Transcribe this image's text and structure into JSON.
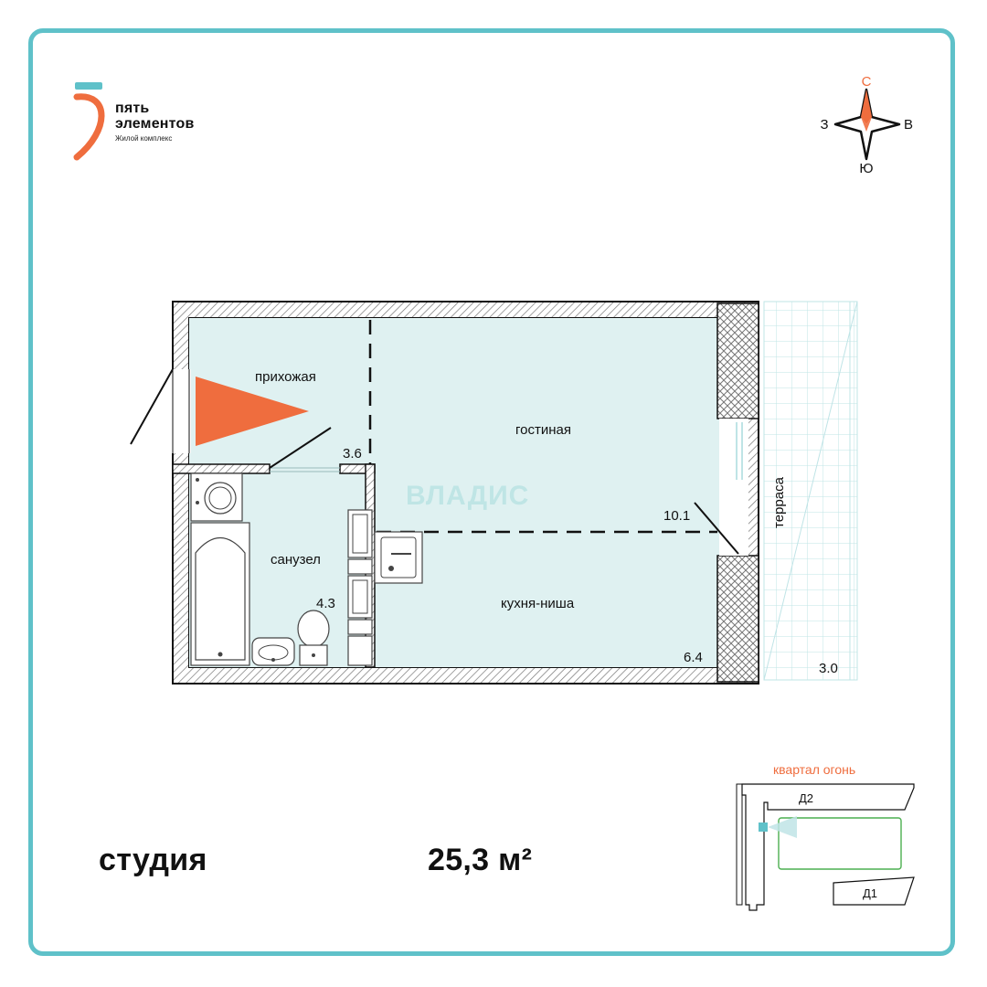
{
  "brand": {
    "name_line1": "пять",
    "name_line2": "элементов",
    "subtitle": "Жилой комплекс",
    "accent_color": "#ef6d3e",
    "secondary_color": "#5fc1c9"
  },
  "compass": {
    "north": "С",
    "south": "Ю",
    "west": "З",
    "east": "В"
  },
  "rooms": {
    "hallway": {
      "label": "прихожая",
      "area": "3.6"
    },
    "living": {
      "label": "гостиная",
      "area": "10.1"
    },
    "bathroom": {
      "label": "санузел",
      "area": "4.3"
    },
    "kitchen": {
      "label": "кухня-ниша",
      "area": "6.4"
    },
    "terrace": {
      "label": "терраса",
      "area": "3.0"
    }
  },
  "watermark": "ВЛАДИС",
  "site_map": {
    "quarter": "квартал огонь",
    "building_d2": "Д2",
    "building_d1": "Д1"
  },
  "summary": {
    "type": "студия",
    "area": "25,3 м²"
  },
  "colors": {
    "frame": "#5fc1c9",
    "room_fill": "#dff1f1",
    "wall_hatch": "#777777",
    "highlight": "#ef6d3e",
    "courtyard": "#4caf50"
  }
}
